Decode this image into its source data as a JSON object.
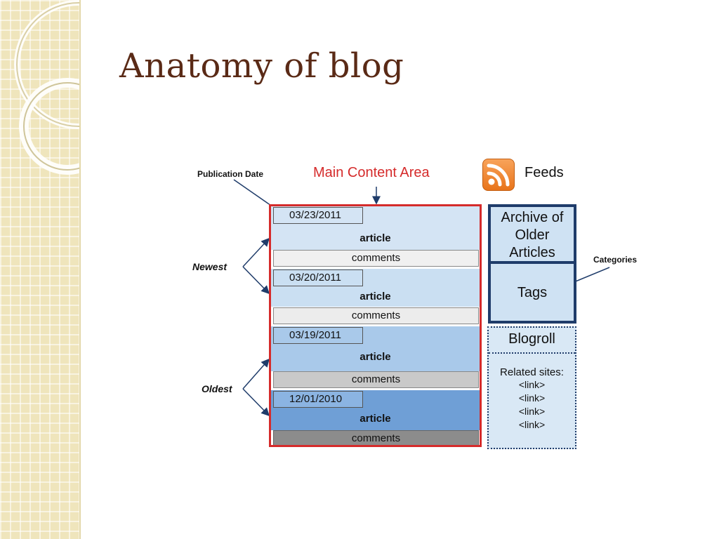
{
  "slide": {
    "title": "Anatomy of blog"
  },
  "labels": {
    "publication_date": "Publication Date",
    "main_content_area": "Main Content Area",
    "feeds": "Feeds",
    "categories": "Categories",
    "newest": "Newest",
    "oldest": "Oldest"
  },
  "entries": [
    {
      "date": "03/23/2011",
      "article": "article",
      "comments": "comments"
    },
    {
      "date": "03/20/2011",
      "article": "article",
      "comments": "comments"
    },
    {
      "date": "03/19/2011",
      "article": "article",
      "comments": "comments"
    },
    {
      "date": "12/01/2010",
      "article": "article",
      "comments": "comments"
    }
  ],
  "sidebar": {
    "archive": [
      "Archive of",
      "Older",
      "Articles"
    ],
    "tags": "Tags",
    "blogroll_title": "Blogroll",
    "related_sites": "Related sites:",
    "links": [
      "<link>",
      "<link>",
      "<link>",
      "<link>"
    ]
  },
  "colors": {
    "title": "#5a2a16",
    "main_area_border": "#d52b2b",
    "sidebar_border": "#1f3c6a",
    "entry_backgrounds": [
      "#d4e4f4",
      "#cadff2",
      "#a9c9ea",
      "#6f9fd6"
    ],
    "comments_backgrounds": [
      "#f0f0f0",
      "#ececec",
      "#c9c9c9",
      "#8c8c8c"
    ]
  },
  "icons": {
    "feed": "rss-feed-icon"
  }
}
